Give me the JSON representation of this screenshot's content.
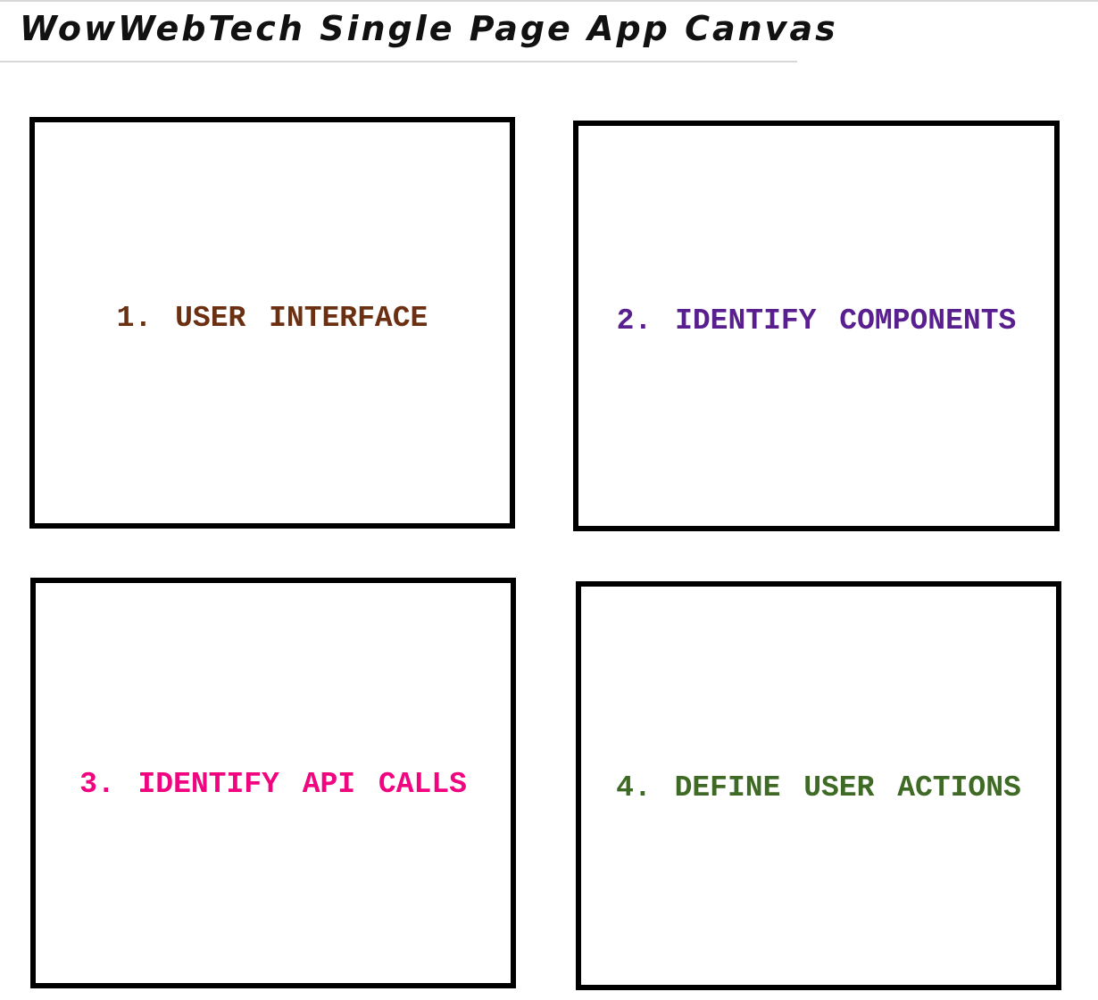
{
  "header": {
    "title": "WowWebTech Single Page App Canvas"
  },
  "boxes": [
    {
      "label": "1. USER INTERFACE",
      "color": "#6b2f11"
    },
    {
      "label": "2. IDENTIFY COMPONENTS",
      "color": "#5a1f8f"
    },
    {
      "label": "3. IDENTIFY API CALLS",
      "color": "#f0047f"
    },
    {
      "label": "4. DEFINE USER ACTIONS",
      "color": "#3f6a25"
    }
  ]
}
